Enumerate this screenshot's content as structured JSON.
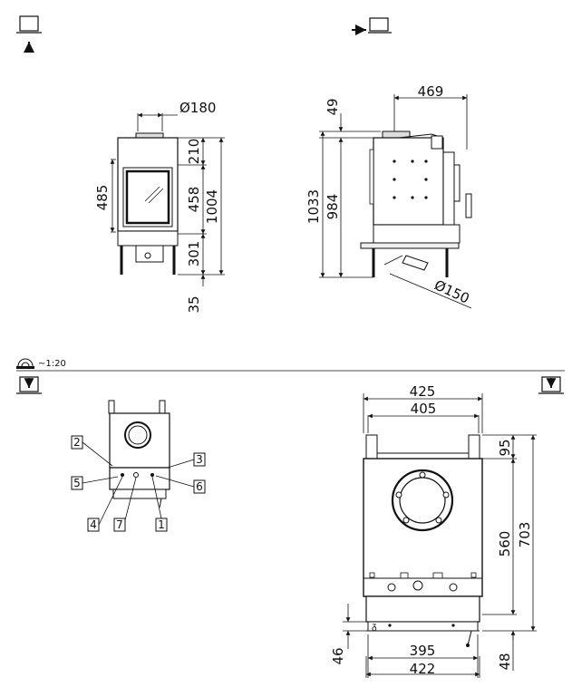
{
  "front_view": {
    "dims": {
      "flue_dia": "Ø180",
      "top_h": "210",
      "glass_h": "458",
      "lower_h": "301",
      "total_h": "1004",
      "door_h": "485",
      "leg_h": "35"
    }
  },
  "side_view": {
    "dims": {
      "depth": "469",
      "top_gap": "49",
      "total_h": "1033",
      "body_h": "984",
      "air_dia": "Ø150"
    }
  },
  "scale": {
    "label": "~1:20"
  },
  "rear_small": {
    "callouts": [
      "1",
      "2",
      "3",
      "4",
      "5",
      "6",
      "7"
    ]
  },
  "top_view": {
    "dims": {
      "outer_w": "425",
      "inner_w": "405",
      "top_d": "95",
      "depth_560": "560",
      "depth_703": "703",
      "lower_w1": "395",
      "lower_w2": "422",
      "left_46": "46",
      "right_48": "48"
    }
  }
}
